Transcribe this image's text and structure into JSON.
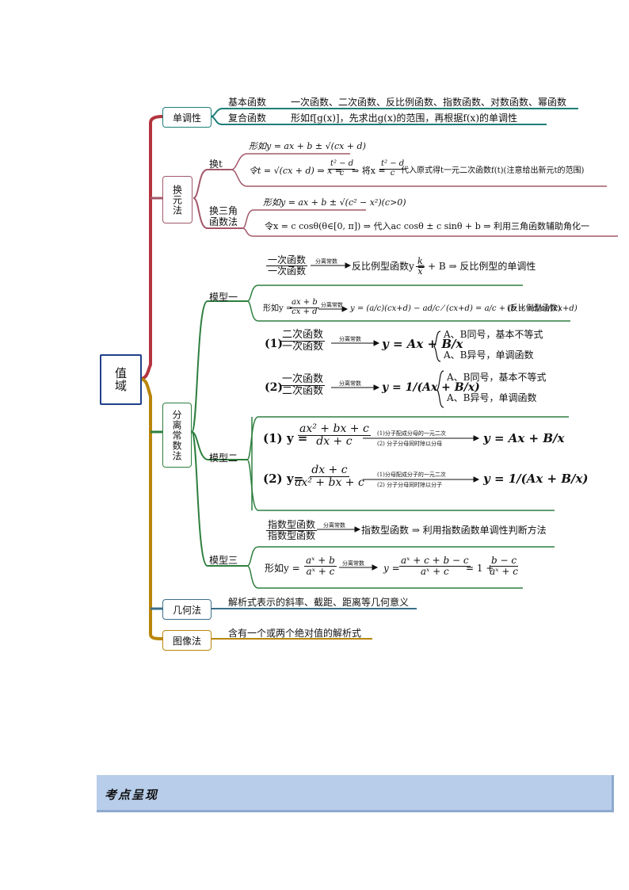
{
  "root": "值域",
  "l1": {
    "mono": "单调性",
    "sub": "换元法",
    "sep": "分离常数法",
    "geo": "几何法",
    "img": "图像法"
  },
  "mono": {
    "basic_label": "基本函数",
    "basic_desc": "一次函数、二次函数、反比例函数、指数函数、对数函数、幂函数",
    "comp_label": "复合函数",
    "comp_desc": "形如f[g(x)]，先求出g(x)的范围，再根据f(x)的单调性"
  },
  "sub": {
    "t_label": "换t",
    "t_form": "形如y = ax + b ± √(cx + d)",
    "t_step_a": "令t = √(cx + d) ⇒ x = ",
    "t_frac_n": "t² − d",
    "t_frac_d": "c",
    "t_step_b": "⇒ 将x = ",
    "t_step_c": "代入原式得t一元二次函数f(t)(注意给出新元t的范围)",
    "trig_label_1": "换三角",
    "trig_label_2": "函数法",
    "trig_form": "形如y = ax + b ± √(c² − x²)(c>0)",
    "trig_step": "令x = c cosθ(θ∈[0, π]) ⇒ 代入ac cosθ ± c sinθ + b ⇒ 利用三角函数辅助角化一"
  },
  "sep": {
    "m1": "模型一",
    "m2": "模型二",
    "m3": "模型三",
    "m1_top_n": "一次函数",
    "m1_top_d": "一次函数",
    "m1_top_arrow": "分离常数",
    "m1_top_mid": "反比例型函数y = ",
    "m1_top_k": "k",
    "m1_top_x": "x",
    "m1_top_tail": "+ B ⇒ 反比例型的单调性",
    "m1_form_lead": "形如y = ",
    "m1_form_n": "ax + b",
    "m1_form_d": "cx + d",
    "m1_form_arrow": "分离常数",
    "m1_form_tail": "(反比例型函数)",
    "m1_e1": "(1)",
    "m1_e1_n": "二次函数",
    "m1_e1_d": "一次函数",
    "m1_e1_arrow": "分离常数",
    "m1_e1_res": "y = Ax + B/x",
    "m1_e1_c1": "A、B同号，基本不等式",
    "m1_e1_c2": "A、B异号，单调函数",
    "m1_e2": "(2)",
    "m1_e2_n": "一次函数",
    "m1_e2_d": "二次函数",
    "m1_e2_arrow": "分离常数",
    "m1_e2_res": "y = 1/(Ax + B/x)",
    "m1_e2_c1": "A、B同号，基本不等式",
    "m1_e2_c2": "A、B异号，单调函数",
    "m2_e1": "(1) y =",
    "m2_e1_n": "ax² + bx + c",
    "m2_e1_d": "dx + c",
    "m2_e1_a1": "(1)分子配成分母的一元二次",
    "m2_e1_a2": "(2) 分子分母同时除以分母",
    "m2_e1_res": "y = Ax + B/x",
    "m2_e2": "(2) y=",
    "m2_e2_n": "dx + c",
    "m2_e2_d": "ax² + bx + c",
    "m2_e2_a1": "(1)分母配成分子的一元二次",
    "m2_e2_a2": "(2) 分子分母同时除以分子",
    "m2_e2_res": "y = 1/(Ax + B/x)",
    "m3_top_n": "指数型函数",
    "m3_top_d": "指数型函数",
    "m3_top_arrow": "分离常数",
    "m3_top_tail": "指数型函数 ⇒ 利用指数函数单调性判断方法",
    "m3_form_lead": "形如y = ",
    "m3_form_n": "aˣ + b",
    "m3_form_d": "aˣ + c",
    "m3_form_arrow": "分离常数",
    "m3_form_r1_n": "aˣ + c + b − c",
    "m3_form_r1_d": "aˣ + c",
    "m3_form_r2_n": "b − c",
    "m3_form_r2_d": "aˣ + c"
  },
  "geo_desc": "解析式表示的斜率、截距、距离等几何意义",
  "img_desc": "含有一个或两个绝对值的解析式",
  "banner": "考点呈现",
  "colors": {
    "teal": "#1d7e78",
    "crimson": "#b3343e",
    "green": "#2d7f3e",
    "slate": "#3b6f8a",
    "ochre": "#b8860b",
    "navy": "#1f3f8a",
    "mauve": "#a3586a"
  }
}
